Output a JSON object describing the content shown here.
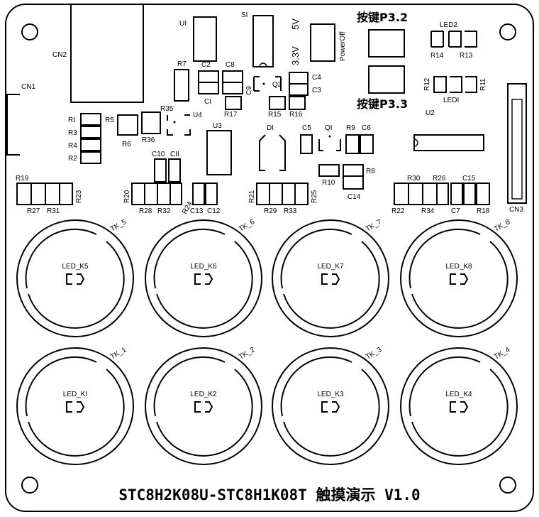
{
  "board": {
    "title": "STC8H2K08U-STC8H1K08T 触摸演示 V1.0"
  },
  "buttons": {
    "key1": "按键P3.2",
    "key2": "按键P3.3"
  },
  "power": {
    "v5": "5V",
    "v33": "3.3V",
    "switch": "PowerOff"
  },
  "pads": [
    {
      "tk": "TK_5",
      "led": "LED_K5"
    },
    {
      "tk": "TK_6",
      "led": "LED_K6"
    },
    {
      "tk": "TK_7",
      "led": "LED_K7"
    },
    {
      "tk": "TK_8",
      "led": "LED_K8"
    },
    {
      "tk": "TK_1",
      "led": "LED_KI"
    },
    {
      "tk": "TK_2",
      "led": "LED_K2"
    },
    {
      "tk": "TK_3",
      "led": "LED_K3"
    },
    {
      "tk": "TK_4",
      "led": "LED_K4"
    }
  ],
  "labels": {
    "cn2": "CN2",
    "cn1": "CN1",
    "cn3": "CN3",
    "u1": "UI",
    "s1": "SI",
    "u2": "U2",
    "u3": "U3",
    "u4": "U4",
    "q1": "QI",
    "q2": "Q2",
    "d1": "DI",
    "led1": "LEDI",
    "led2": "LED2",
    "r1": "RI",
    "r2": "R2",
    "r3": "R3",
    "r4": "R4",
    "r5": "R5",
    "r6": "R6",
    "r7": "R7",
    "r8": "R8",
    "r9": "R9",
    "r10": "R10",
    "r11": "R11",
    "r12": "R12",
    "r13": "R13",
    "r14": "R14",
    "r15": "R15",
    "r16": "R16",
    "r17": "R17",
    "r18": "R18",
    "r19": "R19",
    "r20": "R20",
    "r21": "R21",
    "r22": "R22",
    "r23": "R23",
    "r24": "R24",
    "r25": "R25",
    "r26": "R26",
    "r27": "R27",
    "r28": "R28",
    "r29": "R29",
    "r30": "R30",
    "r31": "R31",
    "r32": "R32",
    "r33": "R33",
    "r34": "R34",
    "r35": "R35",
    "r36": "R36",
    "c1": "CI",
    "c2": "C2",
    "c3": "C3",
    "c4": "C4",
    "c5": "C5",
    "c6": "C6",
    "c7": "C7",
    "c8": "C8",
    "c9": "C9",
    "c10": "C10",
    "c11": "CII",
    "c12": "C12",
    "c13": "C13",
    "c14": "C14",
    "c15": "C15"
  }
}
